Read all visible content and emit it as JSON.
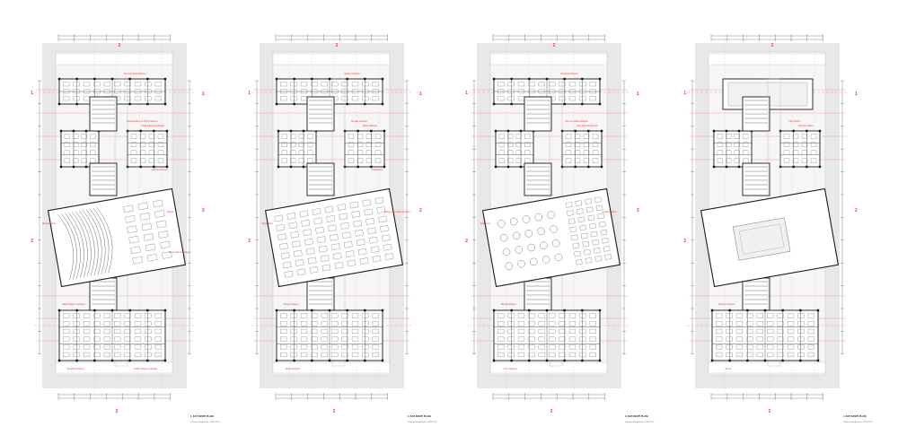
{
  "sheet": {
    "background": "#ffffff",
    "site_color": "#e8e8e8",
    "wall_color": "#1a1a1a",
    "grid_color": "#ff6666",
    "label_color": "#ff3333",
    "dim_color": "#555555"
  },
  "section_marks": {
    "a": "1",
    "b": "2"
  },
  "plans": [
    {
      "id": "plan-1",
      "caption_title": "1. KAT KESİTİ PLANI",
      "caption_scale": "Tasarım Ölçeği Kesit - 1/200 ÖLÇ",
      "labels": [
        {
          "id": "lbl-top",
          "text": "Tez Danışma Atölyesi"
        },
        {
          "id": "lbl-mid1",
          "text": "Sanat Eğitimi ve Tarih Atölyesi"
        },
        {
          "id": "lbl-mid2",
          "text": "Ortak Çalışma Atölyesi"
        },
        {
          "id": "lbl-mid3",
          "text": "Hazırlık Atölyesi"
        },
        {
          "id": "lbl-left",
          "text": "Büyük Salon"
        },
        {
          "id": "lbl-right1",
          "text": "Fuaye"
        },
        {
          "id": "lbl-right2",
          "text": "Sergi Salonu Atölyesi"
        },
        {
          "id": "lbl-low1",
          "text": "Dijital Tasarım Atölyesi"
        },
        {
          "id": "lbl-bot1",
          "text": "Seramik Atölyesi"
        },
        {
          "id": "lbl-bot2",
          "text": "Grafik Tasarım Atölyesi"
        }
      ]
    },
    {
      "id": "plan-2",
      "caption_title": "2. KAT KESİTİ PLANI",
      "caption_scale": "Tasarım Ölçeği Kesit - 1/200 ÖLÇ",
      "labels": [
        {
          "id": "lbl-top",
          "text": "Resim Atölyesi"
        },
        {
          "id": "lbl-mid1",
          "text": "Heykel Atölyesi"
        },
        {
          "id": "lbl-mid2",
          "text": "Baskı Atölyesi"
        },
        {
          "id": "lbl-mid3",
          "text": "Kütüphane"
        },
        {
          "id": "lbl-left",
          "text": "Sergi Alanı"
        },
        {
          "id": "lbl-right1",
          "text": "Okuma ve Çalışma Alanı"
        },
        {
          "id": "lbl-low1",
          "text": "Ahşap Atölyesi"
        },
        {
          "id": "lbl-bot1",
          "text": "Metal Atölyesi"
        }
      ]
    },
    {
      "id": "plan-3",
      "caption_title": "3. KAT KESİTİ PLANI",
      "caption_scale": "Tasarım Ölçeği Kesit - 1/200 ÖLÇ",
      "labels": [
        {
          "id": "lbl-top",
          "text": "Fotoğraf Atölyesi"
        },
        {
          "id": "lbl-mid1",
          "text": "Film ve Video Atölyesi"
        },
        {
          "id": "lbl-mid2",
          "text": "Ses Kayıt Stüdyosu"
        },
        {
          "id": "lbl-left",
          "text": "Kafeterya"
        },
        {
          "id": "lbl-right1",
          "text": "Yemek Salonu"
        },
        {
          "id": "lbl-low1",
          "text": "Tekstil Atölyesi"
        },
        {
          "id": "lbl-bot1",
          "text": "Cam Atölyesi"
        }
      ]
    },
    {
      "id": "plan-4",
      "caption_title": "4. KAT KESİTİ PLANI",
      "caption_scale": "Tasarım Ölçeği Kesit - 1/200 ÖLÇ",
      "labels": [
        {
          "id": "lbl-mid1",
          "text": "İdari Ofisler"
        },
        {
          "id": "lbl-mid2",
          "text": "Toplantı Odası"
        },
        {
          "id": "lbl-low1",
          "text": "Seminer Salonu"
        },
        {
          "id": "lbl-bot1",
          "text": "Teras"
        }
      ]
    }
  ]
}
